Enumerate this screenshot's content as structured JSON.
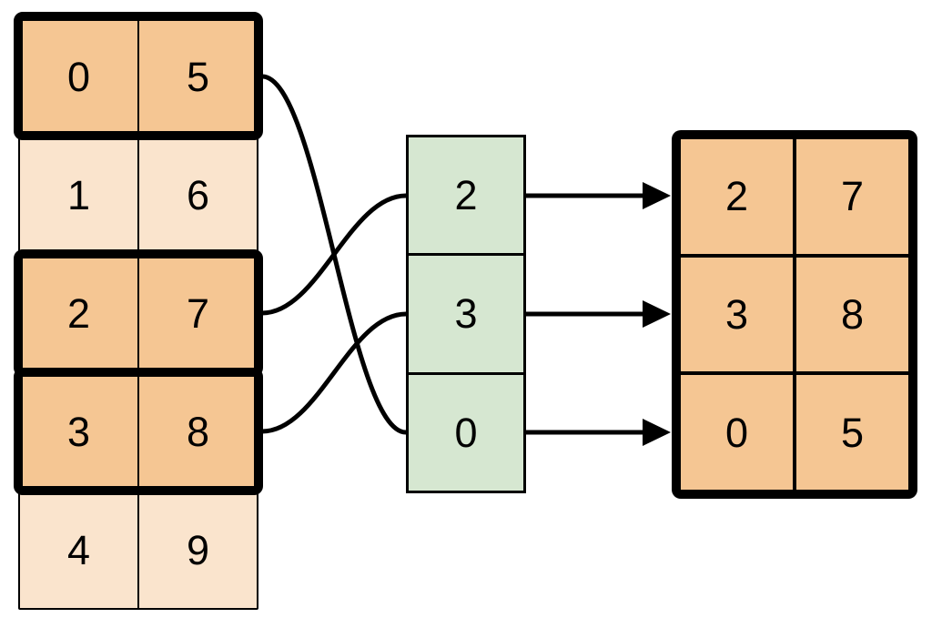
{
  "source_table": {
    "rows": [
      {
        "left": "0",
        "right": "5",
        "highlighted": true
      },
      {
        "left": "1",
        "right": "6",
        "highlighted": false
      },
      {
        "left": "2",
        "right": "7",
        "highlighted": true
      },
      {
        "left": "3",
        "right": "8",
        "highlighted": true
      },
      {
        "left": "4",
        "right": "9",
        "highlighted": false
      }
    ]
  },
  "index_column": {
    "values": [
      "2",
      "3",
      "0"
    ]
  },
  "result_table": {
    "rows": [
      {
        "left": "2",
        "right": "7"
      },
      {
        "left": "3",
        "right": "8"
      },
      {
        "left": "0",
        "right": "5"
      }
    ]
  },
  "mappings": [
    {
      "index_value": "2",
      "from_source_row": 2,
      "to_result_row": 0
    },
    {
      "index_value": "3",
      "from_source_row": 3,
      "to_result_row": 1
    },
    {
      "index_value": "0",
      "from_source_row": 0,
      "to_result_row": 2
    }
  ],
  "colors": {
    "highlight_orange": "#F5C693",
    "pale_orange": "#FAE4CD",
    "index_green": "#D6E7D1",
    "line_black": "#000000",
    "bg_white": "#FFFFFF"
  }
}
